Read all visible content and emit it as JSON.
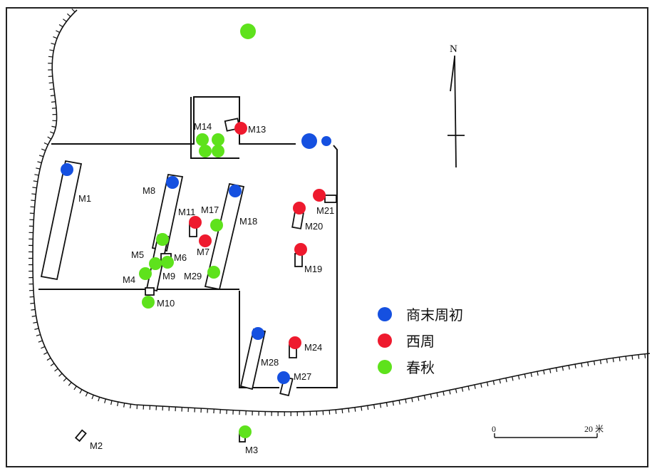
{
  "colors": {
    "shang_zhou": "#1550e0",
    "xi_zhou": "#ee1a2e",
    "chun_qiu": "#5ee21c",
    "line": "#111111"
  },
  "north_label": "N",
  "legend": [
    {
      "key": "shang_zhou",
      "label": "商末周初"
    },
    {
      "key": "xi_zhou",
      "label": "西周"
    },
    {
      "key": "chun_qiu",
      "label": "春秋"
    }
  ],
  "scale": {
    "start_label": "0",
    "end_label": "20 米"
  },
  "tombs": [
    {
      "id": "M1",
      "label": "M1",
      "period": "shang_zhou"
    },
    {
      "id": "M2",
      "label": "M2",
      "period": null
    },
    {
      "id": "M3",
      "label": "M3",
      "period": "chun_qiu"
    },
    {
      "id": "M4",
      "label": "M4",
      "period": "chun_qiu"
    },
    {
      "id": "M5",
      "label": "M5",
      "period": "chun_qiu"
    },
    {
      "id": "M6",
      "label": "M6",
      "period": "chun_qiu"
    },
    {
      "id": "M7",
      "label": "M7",
      "period": "xi_zhou"
    },
    {
      "id": "M8",
      "label": "M8",
      "period": "shang_zhou"
    },
    {
      "id": "M9",
      "label": "M9",
      "period": "chun_qiu"
    },
    {
      "id": "M10",
      "label": "M10",
      "period": "chun_qiu"
    },
    {
      "id": "M11",
      "label": "M11",
      "period": "xi_zhou"
    },
    {
      "id": "M13",
      "label": "M13",
      "period": "xi_zhou"
    },
    {
      "id": "M14",
      "label": "M14",
      "period": "chun_qiu"
    },
    {
      "id": "M17",
      "label": "M17",
      "period": "chun_qiu"
    },
    {
      "id": "M18",
      "label": "M18",
      "period": "shang_zhou"
    },
    {
      "id": "M19",
      "label": "M19",
      "period": "xi_zhou"
    },
    {
      "id": "M20",
      "label": "M20",
      "period": "xi_zhou"
    },
    {
      "id": "M21",
      "label": "M21",
      "period": "xi_zhou"
    },
    {
      "id": "M24",
      "label": "M24",
      "period": "xi_zhou"
    },
    {
      "id": "M27",
      "label": "M27",
      "period": "shang_zhou"
    },
    {
      "id": "M28",
      "label": "M28",
      "period": "shang_zhou"
    },
    {
      "id": "M29",
      "label": "M29",
      "period": "chun_qiu"
    }
  ]
}
